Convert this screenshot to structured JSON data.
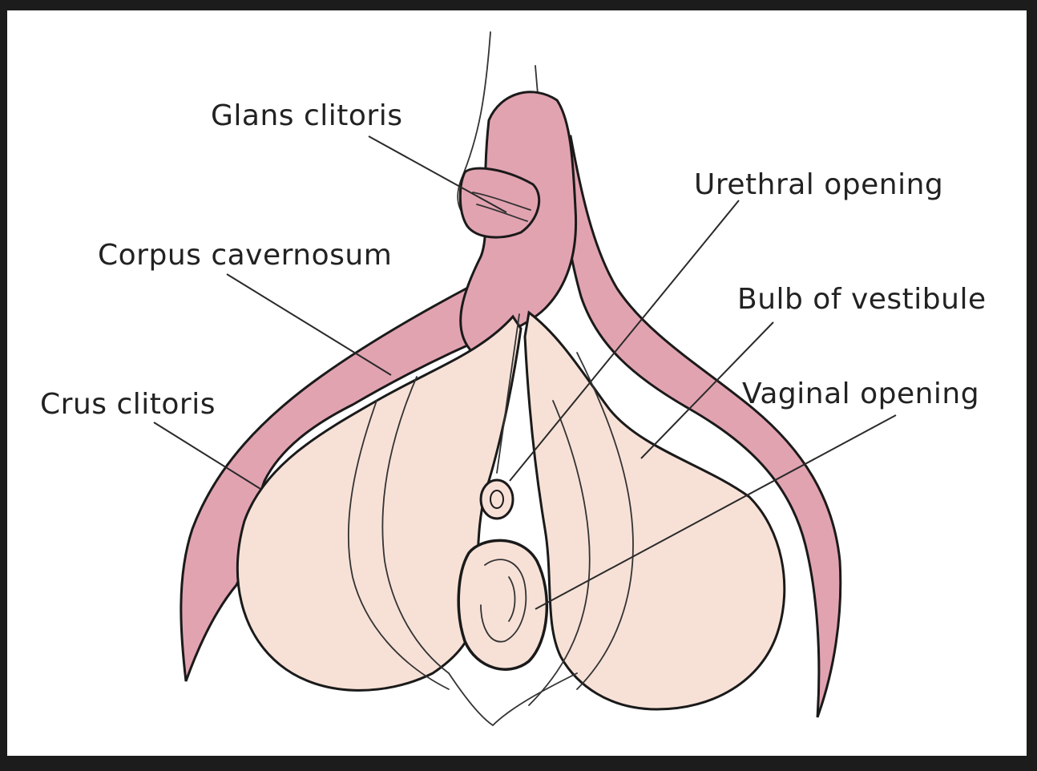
{
  "labels": {
    "glans": "Glans clitoris",
    "urethral": "Urethral opening",
    "corpus": "Corpus cavernosum",
    "bulb": "Bulb of vestibule",
    "crus": "Crus clitoris",
    "vaginal": "Vaginal opening"
  },
  "colors": {
    "clitoral_pink": "#e2a3b1",
    "bulb_peach": "#f7e1d7",
    "frame": "#1c1c1c",
    "background": "#ffffff"
  }
}
